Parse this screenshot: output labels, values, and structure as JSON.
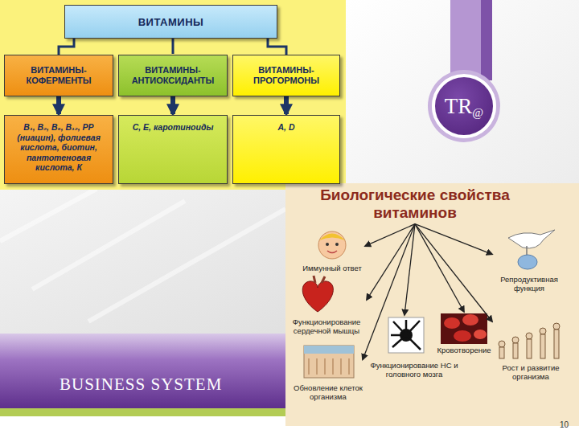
{
  "diagram": {
    "nodes": [
      {
        "text": [
          "ВИТАМИНЫ"
        ]
      },
      {
        "text": [
          "ВИТАМИНЫ-КОФЕРМЕНТЫ"
        ]
      },
      {
        "text": [
          "ВИТАМИНЫ-АНТИОКСИДАНТЫ"
        ]
      },
      {
        "text": [
          "ВИТАМИНЫ-ПРОГОРМОНЫ"
        ]
      },
      {
        "text": [
          "В₁, В₂, В₆, В₁₂, РР (ниацин), фолиевая кислота, биотин, пантотеновая кислота, К"
        ]
      },
      {
        "text": [
          "С, Е, каротиноиды"
        ]
      },
      {
        "text": [
          "А, D"
        ]
      },
      {
        "text": [
          "TR",
          "@"
        ]
      },
      {
        "text": [
          "Биологические свойства витаминов"
        ]
      },
      {
        "text": [
          "Иммунный ответ"
        ]
      },
      {
        "text": [
          "Репродуктивная функция"
        ]
      },
      {
        "text": [
          "Функционирование сердечной мышцы"
        ]
      },
      {
        "text": [
          "Кровотворение"
        ]
      },
      {
        "text": [
          "Функционирование НС и головного мозга"
        ]
      },
      {
        "text": [
          "Рост и развитие организма"
        ]
      },
      {
        "text": [
          "Обновление клеток организма"
        ]
      }
    ],
    "edges": [
      {
        "from": 0,
        "to": 1,
        "arrow": "none"
      },
      {
        "from": 0,
        "to": 2,
        "arrow": "none"
      },
      {
        "from": 0,
        "to": 3,
        "arrow": "none"
      },
      {
        "from": 1,
        "to": 4,
        "arrow": "to"
      },
      {
        "from": 2,
        "to": 5,
        "arrow": "to"
      },
      {
        "from": 3,
        "to": 6,
        "arrow": "to"
      },
      {
        "from": 8,
        "to": 9,
        "arrow": "to"
      },
      {
        "from": 8,
        "to": 10,
        "arrow": "to"
      },
      {
        "from": 8,
        "to": 11,
        "arrow": "to"
      },
      {
        "from": 8,
        "to": 12,
        "arrow": "to"
      },
      {
        "from": 8,
        "to": 13,
        "arrow": "to"
      },
      {
        "from": 8,
        "to": 14,
        "arrow": "to"
      },
      {
        "from": 8,
        "to": 15,
        "arrow": "to"
      }
    ],
    "labels": [
      "BUSINESS SYSTEM",
      "10"
    ]
  }
}
